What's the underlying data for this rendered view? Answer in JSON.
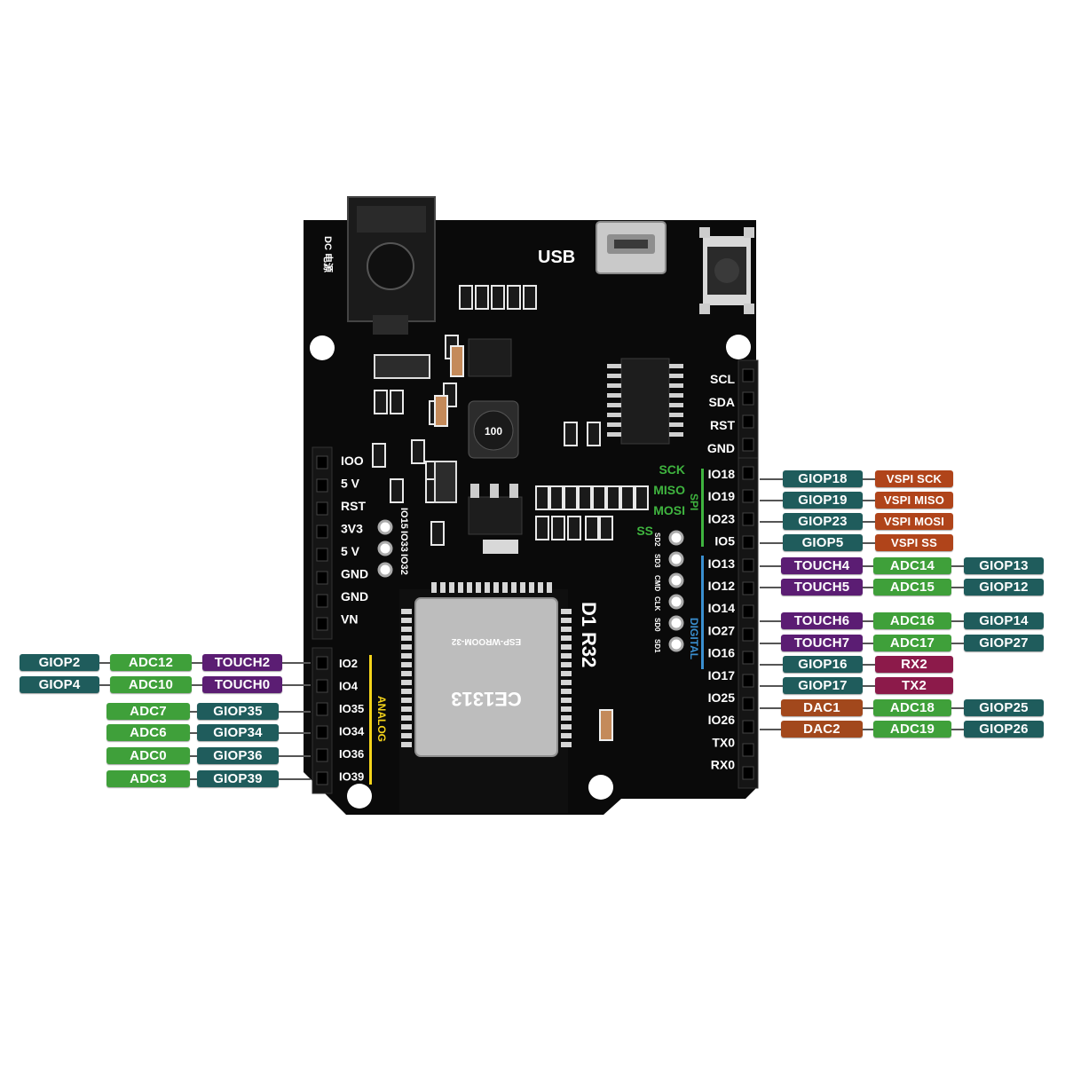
{
  "board": {
    "usb_label": "USB",
    "name_d1": "D1",
    "name_r32": "R32",
    "dc_label": "DC 电源",
    "module_marking": "ESP-WROOM-32",
    "ce_marking": "CE1313",
    "inductor_marking": "100",
    "analog_label": "ANALOG",
    "digital_label": "DIGITAL",
    "spi_label": "SPI",
    "spi_pins": [
      "SCK",
      "MISO",
      "MOSI",
      "SS"
    ],
    "extra_header_labels": [
      "IO15",
      "IO33",
      "IO32"
    ],
    "top_right_header": [
      "SCL",
      "SDA",
      "RST",
      "GND"
    ],
    "right_header": [
      "IO18",
      "IO19",
      "IO23",
      "IO5",
      "IO13",
      "IO12",
      "IO14",
      "IO27",
      "IO16",
      "IO17",
      "IO25",
      "IO26",
      "TX0",
      "RX0"
    ],
    "power_header": [
      "IOO",
      "5 V",
      "RST",
      "3V3",
      "5 V",
      "GND",
      "GND",
      "VN"
    ],
    "analog_header": [
      "IO2",
      "IO4",
      "IO35",
      "IO34",
      "IO36",
      "IO39"
    ],
    "sd_pins": [
      "SD2",
      "SD3",
      "CMD",
      "CLK",
      "SD0",
      "SD1"
    ]
  },
  "colors": {
    "giop": "#1f5c5c",
    "adc": "#3fa03a",
    "touch": "#5b1d73",
    "vspi": "#b0441a",
    "uart": "#8c1a4a",
    "dac": "#a2481c",
    "pcb": "#0a0a0a"
  },
  "left_rows": [
    [
      "GIOP2",
      "ADC12",
      "TOUCH2"
    ],
    [
      "GIOP4",
      "ADC10",
      "TOUCH0"
    ],
    [
      "ADC7",
      "GIOP35"
    ],
    [
      "ADC6",
      "GIOP34"
    ],
    [
      "ADC0",
      "GIOP36"
    ],
    [
      "ADC3",
      "GIOP39"
    ]
  ],
  "right_rows": [
    [
      "GIOP18",
      "VSPI SCK"
    ],
    [
      "GIOP19",
      "VSPI MISO"
    ],
    [
      "GIOP23",
      "VSPI MOSI"
    ],
    [
      "GIOP5",
      "VSPI SS"
    ],
    [
      "TOUCH4",
      "ADC14",
      "GIOP13"
    ],
    [
      "TOUCH5",
      "ADC15",
      "GIOP12"
    ],
    [
      "TOUCH6",
      "ADC16",
      "GIOP14"
    ],
    [
      "TOUCH7",
      "ADC17",
      "GIOP27"
    ],
    [
      "GIOP16",
      "RX2"
    ],
    [
      "GIOP17",
      "TX2"
    ],
    [
      "DAC1",
      "ADC18",
      "GIOP25"
    ],
    [
      "DAC2",
      "ADC19",
      "GIOP26"
    ]
  ]
}
